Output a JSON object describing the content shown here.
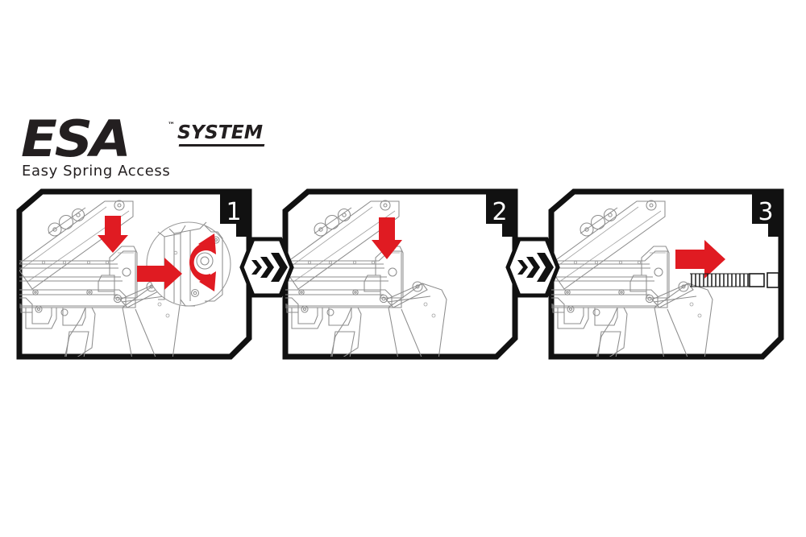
{
  "document": {
    "title": "ESA System — Easy Spring Access",
    "background_color": "#ffffff",
    "accent_red": "#e01b22",
    "ink_black": "#1a1a1a",
    "line_art_gray": "#8d8d8d"
  },
  "logo": {
    "wordmark": "ESA",
    "trademark": "™",
    "system_word": "SYSTEM",
    "tagline": "Easy Spring Access"
  },
  "connectors": [
    {
      "id": "connector-1",
      "icon": "triple-chevron-right-icon",
      "chevron_count": 3,
      "direction": "right"
    },
    {
      "id": "connector-2",
      "icon": "triple-chevron-right-icon",
      "chevron_count": 3,
      "direction": "right"
    }
  ],
  "panels": [
    {
      "id": "panel-1",
      "number": "1",
      "subject": "firearm-line-art",
      "arrows": [
        {
          "name": "arrow-up-red",
          "direction": "up",
          "color": "#e01b22"
        },
        {
          "name": "arrow-right-red",
          "direction": "right",
          "color": "#e01b22"
        },
        {
          "name": "arrow-rotate-red",
          "direction": "counter-clockwise",
          "color": "#e01b22"
        }
      ],
      "has_magnifier_inset": true,
      "has_spring": false
    },
    {
      "id": "panel-2",
      "number": "2",
      "subject": "firearm-line-art",
      "arrows": [
        {
          "name": "arrow-down-red",
          "direction": "down",
          "color": "#e01b22"
        }
      ],
      "has_magnifier_inset": false,
      "has_spring": false
    },
    {
      "id": "panel-3",
      "number": "3",
      "subject": "firearm-line-art",
      "arrows": [
        {
          "name": "arrow-right-red",
          "direction": "right",
          "color": "#e01b22"
        }
      ],
      "has_magnifier_inset": false,
      "has_spring": true,
      "spring_part": "recoil-spring-and-guide-rod"
    }
  ]
}
